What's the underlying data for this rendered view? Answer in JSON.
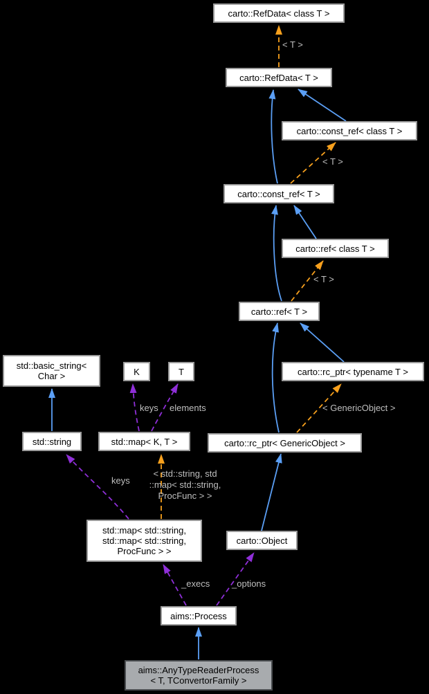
{
  "diagram_type": "doxygen-collaboration-graph",
  "colors": {
    "background": "#000000",
    "inheritance_edge": "#5B9FF5",
    "template_edge": "#F7A01D",
    "usage_edge": "#8F2FD8",
    "edge_label_text": "#BFBFBF",
    "node_fill": "#FFFFFF",
    "node_border": "#9A9A9A",
    "node_text": "#000000",
    "highlight_fill": "#A8ABAE",
    "highlight_border": "#4A4D50"
  },
  "nodes": [
    {
      "id": "carto-refdata-class-t",
      "label": "carto::RefData< class T >"
    },
    {
      "id": "carto-refdata-t",
      "label": "carto::RefData< T >"
    },
    {
      "id": "carto-const-ref-class-t",
      "label": "carto::const_ref< class T >"
    },
    {
      "id": "carto-const-ref-t",
      "label": "carto::const_ref< T >"
    },
    {
      "id": "carto-ref-class-t",
      "label": "carto::ref< class T >"
    },
    {
      "id": "carto-ref-t",
      "label": "carto::ref< T >"
    },
    {
      "id": "carto-rc-ptr-typename-t",
      "label": "carto::rc_ptr< typename T >"
    },
    {
      "id": "std-basic-string-char",
      "label": "std::basic_string<\nChar >"
    },
    {
      "id": "k",
      "label": "K"
    },
    {
      "id": "t",
      "label": "T"
    },
    {
      "id": "std-string",
      "label": "std::string"
    },
    {
      "id": "std-map-k-t",
      "label": "std::map< K, T >"
    },
    {
      "id": "carto-rc-ptr-genericobject",
      "label": "carto::rc_ptr< GenericObject >"
    },
    {
      "id": "std-map-procfunc",
      "label": "std::map< std::string,\nstd::map< std::string,\nProcFunc > >"
    },
    {
      "id": "carto-object",
      "label": "carto::Object"
    },
    {
      "id": "aims-process",
      "label": "aims::Process"
    },
    {
      "id": "aims-anytypereaderprocess",
      "label": "aims::AnyTypeReaderProcess\n< T, TConvertorFamily >",
      "highlighted": true
    }
  ],
  "edge_labels": {
    "refdata_t": "< T >",
    "const_ref_t": "< T >",
    "ref_t": "< T >",
    "rc_ptr_genericobject": "< GenericObject >",
    "map_args": "< std::string, std\n::map< std::string,\nProcFunc > >",
    "map_keys": "keys",
    "map_elements": "elements",
    "procmap_keys": "keys",
    "execs": "_execs",
    "options": "_options"
  },
  "edges": [
    {
      "from": "carto::RefData< T >",
      "to": "carto::RefData< class T >",
      "type": "template-instantiation",
      "label": "< T >"
    },
    {
      "from": "carto::const_ref< T >",
      "to": "carto::RefData< T >",
      "type": "inheritance"
    },
    {
      "from": "carto::const_ref< class T >",
      "to": "carto::RefData< T >",
      "type": "inheritance"
    },
    {
      "from": "carto::const_ref< T >",
      "to": "carto::const_ref< class T >",
      "type": "template-instantiation",
      "label": "< T >"
    },
    {
      "from": "carto::ref< T >",
      "to": "carto::const_ref< T >",
      "type": "inheritance"
    },
    {
      "from": "carto::ref< class T >",
      "to": "carto::const_ref< T >",
      "type": "inheritance"
    },
    {
      "from": "carto::ref< T >",
      "to": "carto::ref< class T >",
      "type": "template-instantiation",
      "label": "< T >"
    },
    {
      "from": "carto::rc_ptr< GenericObject >",
      "to": "carto::ref< T >",
      "type": "inheritance"
    },
    {
      "from": "carto::rc_ptr< typename T >",
      "to": "carto::ref< T >",
      "type": "inheritance"
    },
    {
      "from": "carto::rc_ptr< GenericObject >",
      "to": "carto::rc_ptr< typename T >",
      "type": "template-instantiation",
      "label": "< GenericObject >"
    },
    {
      "from": "std::string",
      "to": "std::basic_string< Char >",
      "type": "inheritance"
    },
    {
      "from": "std::map< K, T >",
      "to": "K",
      "type": "usage",
      "label": "keys"
    },
    {
      "from": "std::map< K, T >",
      "to": "T",
      "type": "usage",
      "label": "elements"
    },
    {
      "from": "carto::Object",
      "to": "carto::rc_ptr< GenericObject >",
      "type": "inheritance"
    },
    {
      "from": "std::map< std::string, std::map< std::string, ProcFunc > >",
      "to": "std::string",
      "type": "usage",
      "label": "keys"
    },
    {
      "from": "std::map< std::string, std::map< std::string, ProcFunc > >",
      "to": "std::map< K, T >",
      "type": "template-instantiation",
      "label": "< std::string, std ::map< std::string, ProcFunc > >"
    },
    {
      "from": "aims::Process",
      "to": "std::map< std::string, std::map< std::string, ProcFunc > >",
      "type": "usage",
      "label": "_execs"
    },
    {
      "from": "aims::Process",
      "to": "carto::Object",
      "type": "usage",
      "label": "_options"
    },
    {
      "from": "aims::AnyTypeReaderProcess< T, TConvertorFamily >",
      "to": "aims::Process",
      "type": "inheritance"
    }
  ]
}
